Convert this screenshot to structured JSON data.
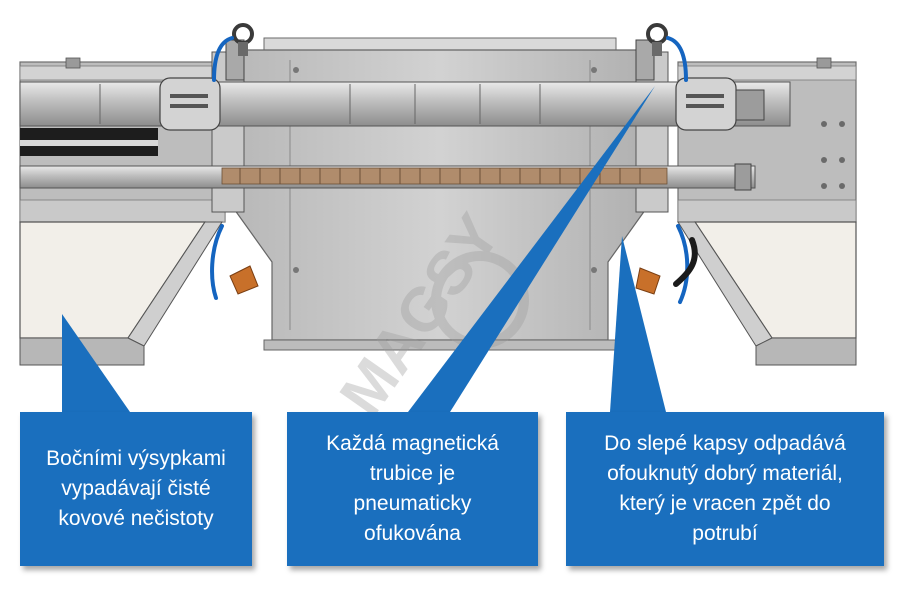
{
  "callouts": {
    "left": {
      "text": "Bočními výsypkami\nvypadávají čisté\nkovové nečistoty"
    },
    "center": {
      "text": "Každá magnetická\ntrubice je\npneumaticky\nofukována"
    },
    "right": {
      "text": "Do slepé kapsy odpadává\nofouknutý dobrý materiál,\nkterý je vracen zpět do\npotrubí"
    }
  },
  "watermark": {
    "text": "MAGSY"
  },
  "colors": {
    "callout_fill": "#1a6fbe",
    "machine_steel": "#c7c7c7",
    "hopper_fill": "#f2efe9",
    "hose_blue": "#1565c0",
    "wear_plate_orange": "#c8702a"
  }
}
